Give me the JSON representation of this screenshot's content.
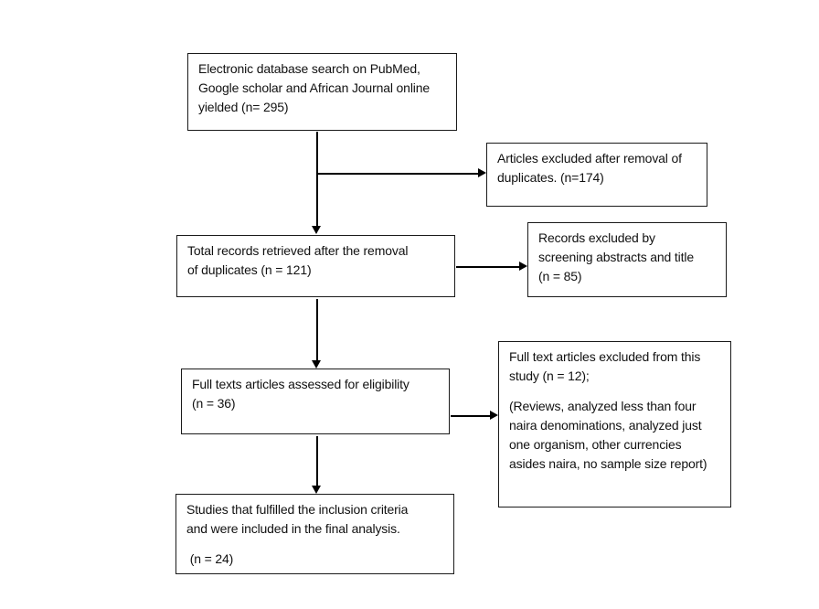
{
  "figure": {
    "type": "flowchart",
    "description": "Study selection flow diagram",
    "colors": {
      "background": "#ffffff",
      "box_border": "#1a1a1a",
      "text": "#111111",
      "connector": "#000000"
    },
    "counts": {
      "records_identified": 295,
      "duplicates_excluded": 174,
      "records_after_duplicates": 121,
      "excluded_by_screening": 85,
      "fulltext_assessed": 36,
      "fulltext_excluded": 12,
      "included_in_analysis": 24
    },
    "boxes": {
      "search": {
        "lines": [
          "Electronic database search on PubMed,",
          "Google scholar and African Journal online",
          "yielded (n= 295)"
        ]
      },
      "dup_excluded": {
        "lines": [
          "Articles excluded after removal of",
          "duplicates. (n=174)"
        ]
      },
      "total_records": {
        "lines": [
          "Total records retrieved after the removal",
          "of duplicates (n = 121)"
        ]
      },
      "screening_excluded": {
        "lines": [
          "Records excluded by",
          "screening abstracts and title",
          "(n = 85)"
        ]
      },
      "fulltext_assessed": {
        "lines": [
          "Full texts articles assessed for eligibility",
          "(n = 36)"
        ]
      },
      "fulltext_excluded": {
        "lines": [
          "Full text articles excluded from this",
          "study (n = 12);",
          "",
          "(Reviews, analyzed less than four",
          "naira denominations, analyzed just",
          "one organism, other currencies",
          "asides naira, no sample size report)"
        ]
      },
      "included": {
        "lines": [
          "Studies that fulfilled the inclusion criteria",
          "and were included in the final analysis.",
          "",
          " (n = 24)"
        ]
      }
    }
  }
}
